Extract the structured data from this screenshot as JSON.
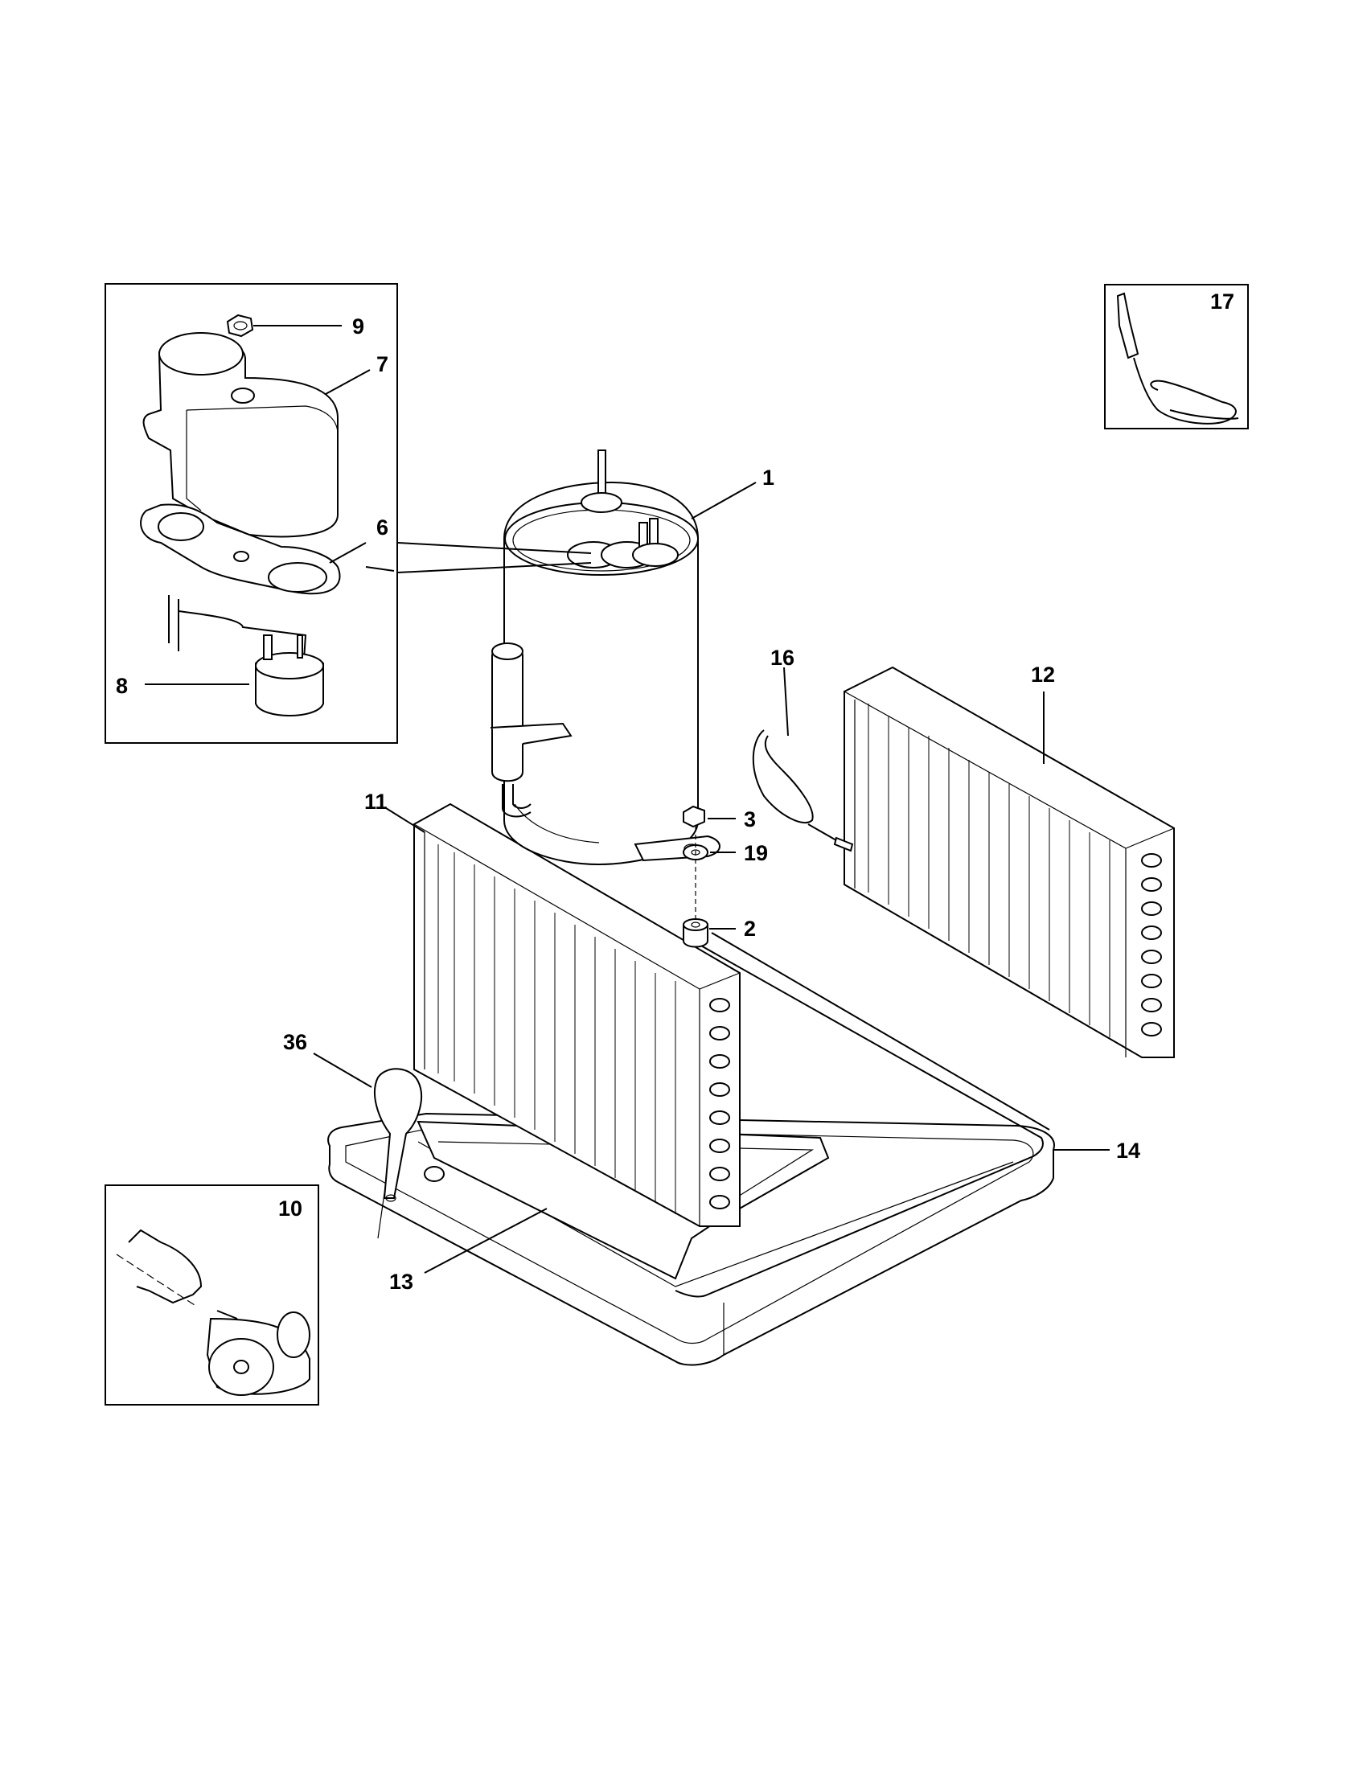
{
  "diagram": {
    "callouts": {
      "c1": "1",
      "c2": "2",
      "c3": "3",
      "c6": "6",
      "c7": "7",
      "c8": "8",
      "c9": "9",
      "c10": "10",
      "c11": "11",
      "c12": "12",
      "c13": "13",
      "c14": "14",
      "c16": "16",
      "c17": "17",
      "c19": "19",
      "c36": "36"
    }
  }
}
